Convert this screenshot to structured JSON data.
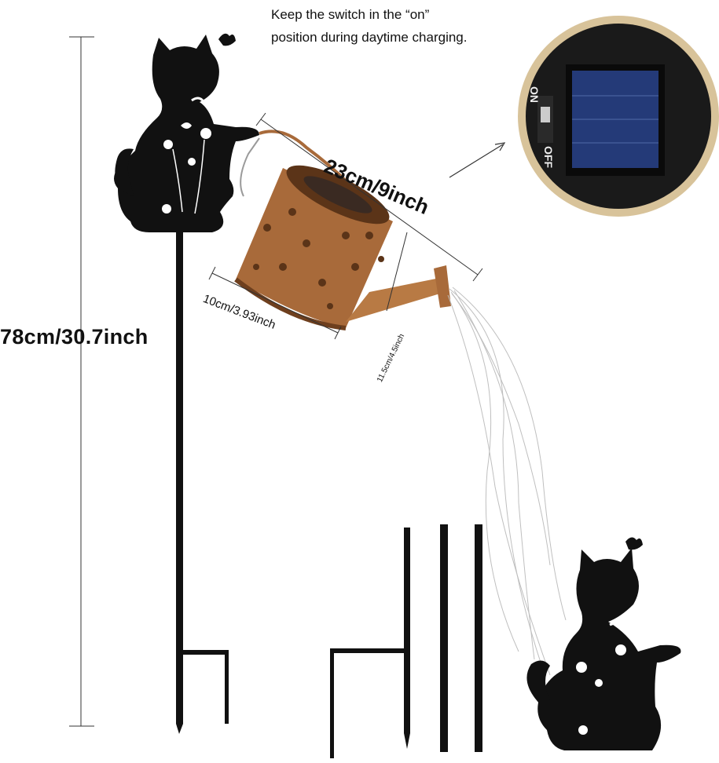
{
  "note": {
    "line1": "Keep the switch in the  “on”",
    "line2": "position during daytime charging."
  },
  "dimensions": {
    "height": "78cm/30.7inch",
    "length": "23cm/9inch",
    "diameter": "10cm/3.93inch",
    "spout": "11.5cm/4.5inch"
  },
  "switch_labels": {
    "on": "ON",
    "off": "OFF"
  },
  "colors": {
    "silhouette": "#111111",
    "copper": "#a86a3a",
    "copper_dark": "#6e3f1e",
    "panel_bg": "#1a1a1a",
    "solar_cell": "#243a78",
    "wire": "#bfbfbf"
  }
}
